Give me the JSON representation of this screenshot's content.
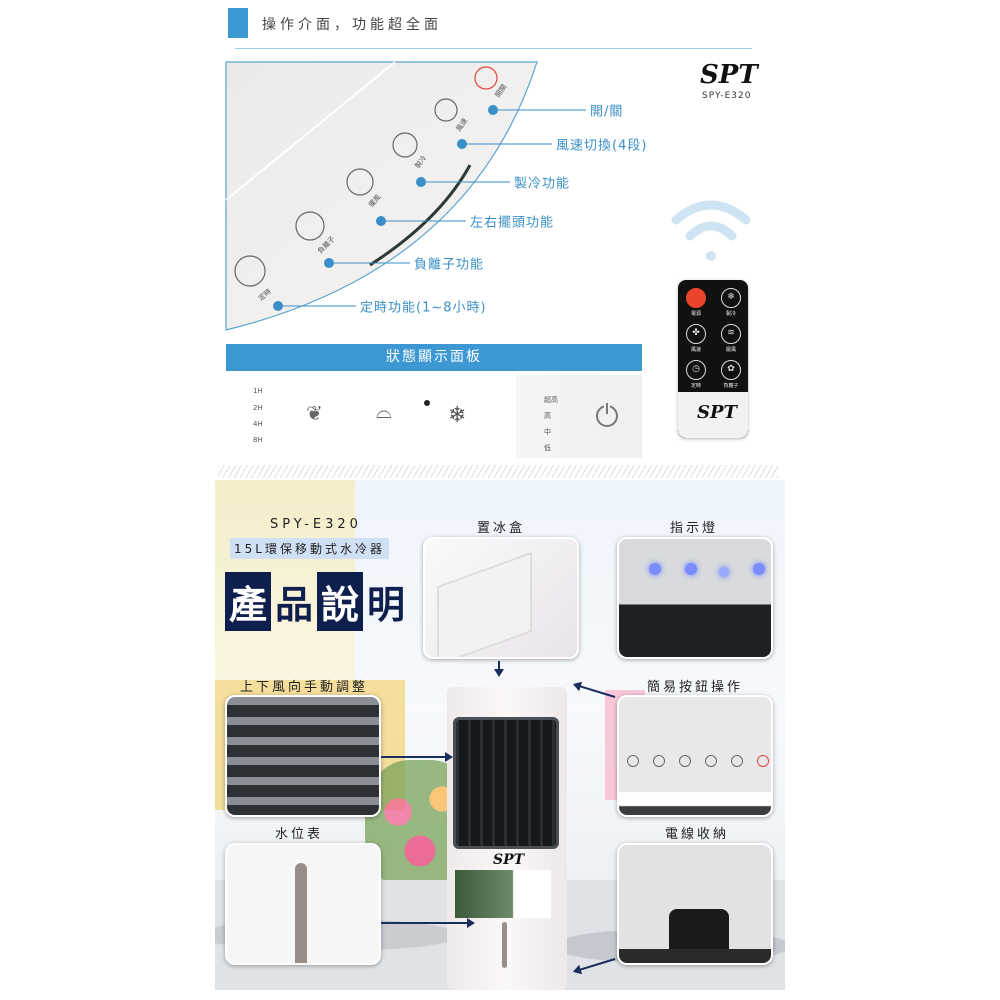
{
  "header": {
    "title": "操作介面，功能超全面"
  },
  "brand": {
    "logo": "SPT",
    "model": "SPY-E320"
  },
  "control_panel": {
    "button_labels": [
      "開關",
      "風速",
      "製冷",
      "擺風",
      "負離子",
      "定時"
    ],
    "callouts": [
      "開/關",
      "風速切換(4段)",
      "製冷功能",
      "左右擺頭功能",
      "負離子功能",
      "定時功能(1~8小時)"
    ]
  },
  "status_panel": {
    "title": "狀態顯示面板",
    "timer_levels": [
      "1H",
      "2H",
      "4H",
      "8H"
    ],
    "speed_levels": [
      "超高",
      "高",
      "中",
      "低"
    ],
    "icons": [
      "leaf-icon",
      "swing-icon",
      "snowflake-icon",
      "power-icon"
    ]
  },
  "remote": {
    "buttons": [
      {
        "label": "電源",
        "icon": "power-button"
      },
      {
        "label": "製冷",
        "icon": "snowflake-icon"
      },
      {
        "label": "風速",
        "icon": "fan-icon"
      },
      {
        "label": "擺風",
        "icon": "swing-icon"
      },
      {
        "label": "定時",
        "icon": "clock-icon"
      },
      {
        "label": "負離子",
        "icon": "ion-icon"
      }
    ],
    "logo": "SPT"
  },
  "product": {
    "model": "SPY-E320",
    "subtitle": "15L環保移動式水冷器",
    "heading": [
      "產",
      "品",
      "說",
      "明"
    ],
    "features": {
      "ice_box": "置冰盒",
      "indicator": "指示燈",
      "louver": "上下風向手動調整",
      "buttons": "簡易按鈕操作",
      "water_level": "水位表",
      "cord_storage": "電線收納"
    },
    "accent_color": "#0f1f4d"
  },
  "colors": {
    "blue": "#3d97d3",
    "callout": "#3a8fc8",
    "navy": "#1b2d5a",
    "power_red": "#e8452c"
  }
}
